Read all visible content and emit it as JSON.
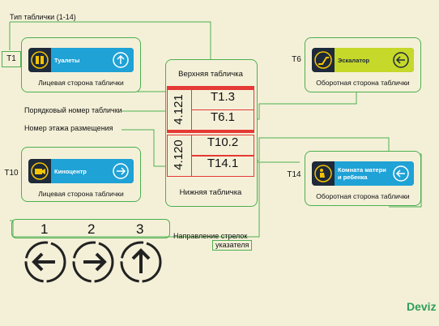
{
  "labels": {
    "type_title": "Тип таблички (1-14)",
    "upper_plate": "Верхняя табличка",
    "lower_plate": "Нижняя табличка",
    "serial_number": "Порядковый номер таблички",
    "floor_number": "Номер этажа размещения",
    "arrow_direction_1": "Направление стрелок",
    "arrow_direction_2": "указателя"
  },
  "tags": {
    "t1": "T1",
    "t6": "T6",
    "t10": "T10",
    "t14": "T14"
  },
  "signs": {
    "toilets": {
      "name": "Туалеты",
      "caption": "Лицевая сторона таблички",
      "color": "#1fa2d6"
    },
    "escalator": {
      "name": "Эскалатор",
      "caption": "Оборотная сторона таблички",
      "color": "#c6d82a"
    },
    "cinema": {
      "name": "Киноцентр",
      "caption": "Лицевая сторона таблички",
      "color": "#1fa2d6"
    },
    "mother_child": {
      "name_line1": "Комната матери",
      "name_line2": "и ребенка",
      "caption": "Оборотная сторона таблички",
      "color": "#1fa2d6"
    }
  },
  "codes": {
    "upper_floor": "4.121",
    "upper_code1": "T1.3",
    "upper_code2": "T6.1",
    "lower_floor": "4.120",
    "lower_code1": "T10.2",
    "lower_code2": "T14.1"
  },
  "arrows": {
    "n1": "1",
    "n2": "2",
    "n3": "3"
  },
  "brand": "Deviz"
}
